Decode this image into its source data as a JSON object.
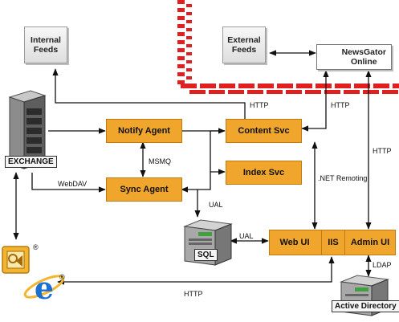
{
  "nodes": {
    "internal_feeds": "Internal\nFeeds",
    "external_feeds": "External\nFeeds",
    "newsgator_online": "NewsGator\nOnline",
    "exchange": "EXCHANGE",
    "notify_agent": "Notify Agent",
    "sync_agent": "Sync Agent",
    "content_svc": "Content Svc",
    "index_svc": "Index Svc",
    "sql": "SQL",
    "web_ui": "Web UI",
    "iis": "IIS",
    "admin_ui": "Admin UI",
    "active_directory": "Active Directory"
  },
  "connection_labels": {
    "http_top": "HTTP",
    "http_right": "HTTP",
    "http_admin": "HTTP",
    "http_bottom": "HTTP",
    "msmq": "MSMQ",
    "webdav": "WebDAV",
    "net_remoting": ".NET Remoting",
    "ual_index": "UAL",
    "ual_sql": "UAL",
    "ldap": "LDAP"
  },
  "icons": {
    "outlook": "outlook-icon",
    "ie": "internet-explorer-icon",
    "registered": "®"
  },
  "colors": {
    "box_fill": "#f0a52c",
    "firewall": "#e02020",
    "line": "#111111"
  }
}
